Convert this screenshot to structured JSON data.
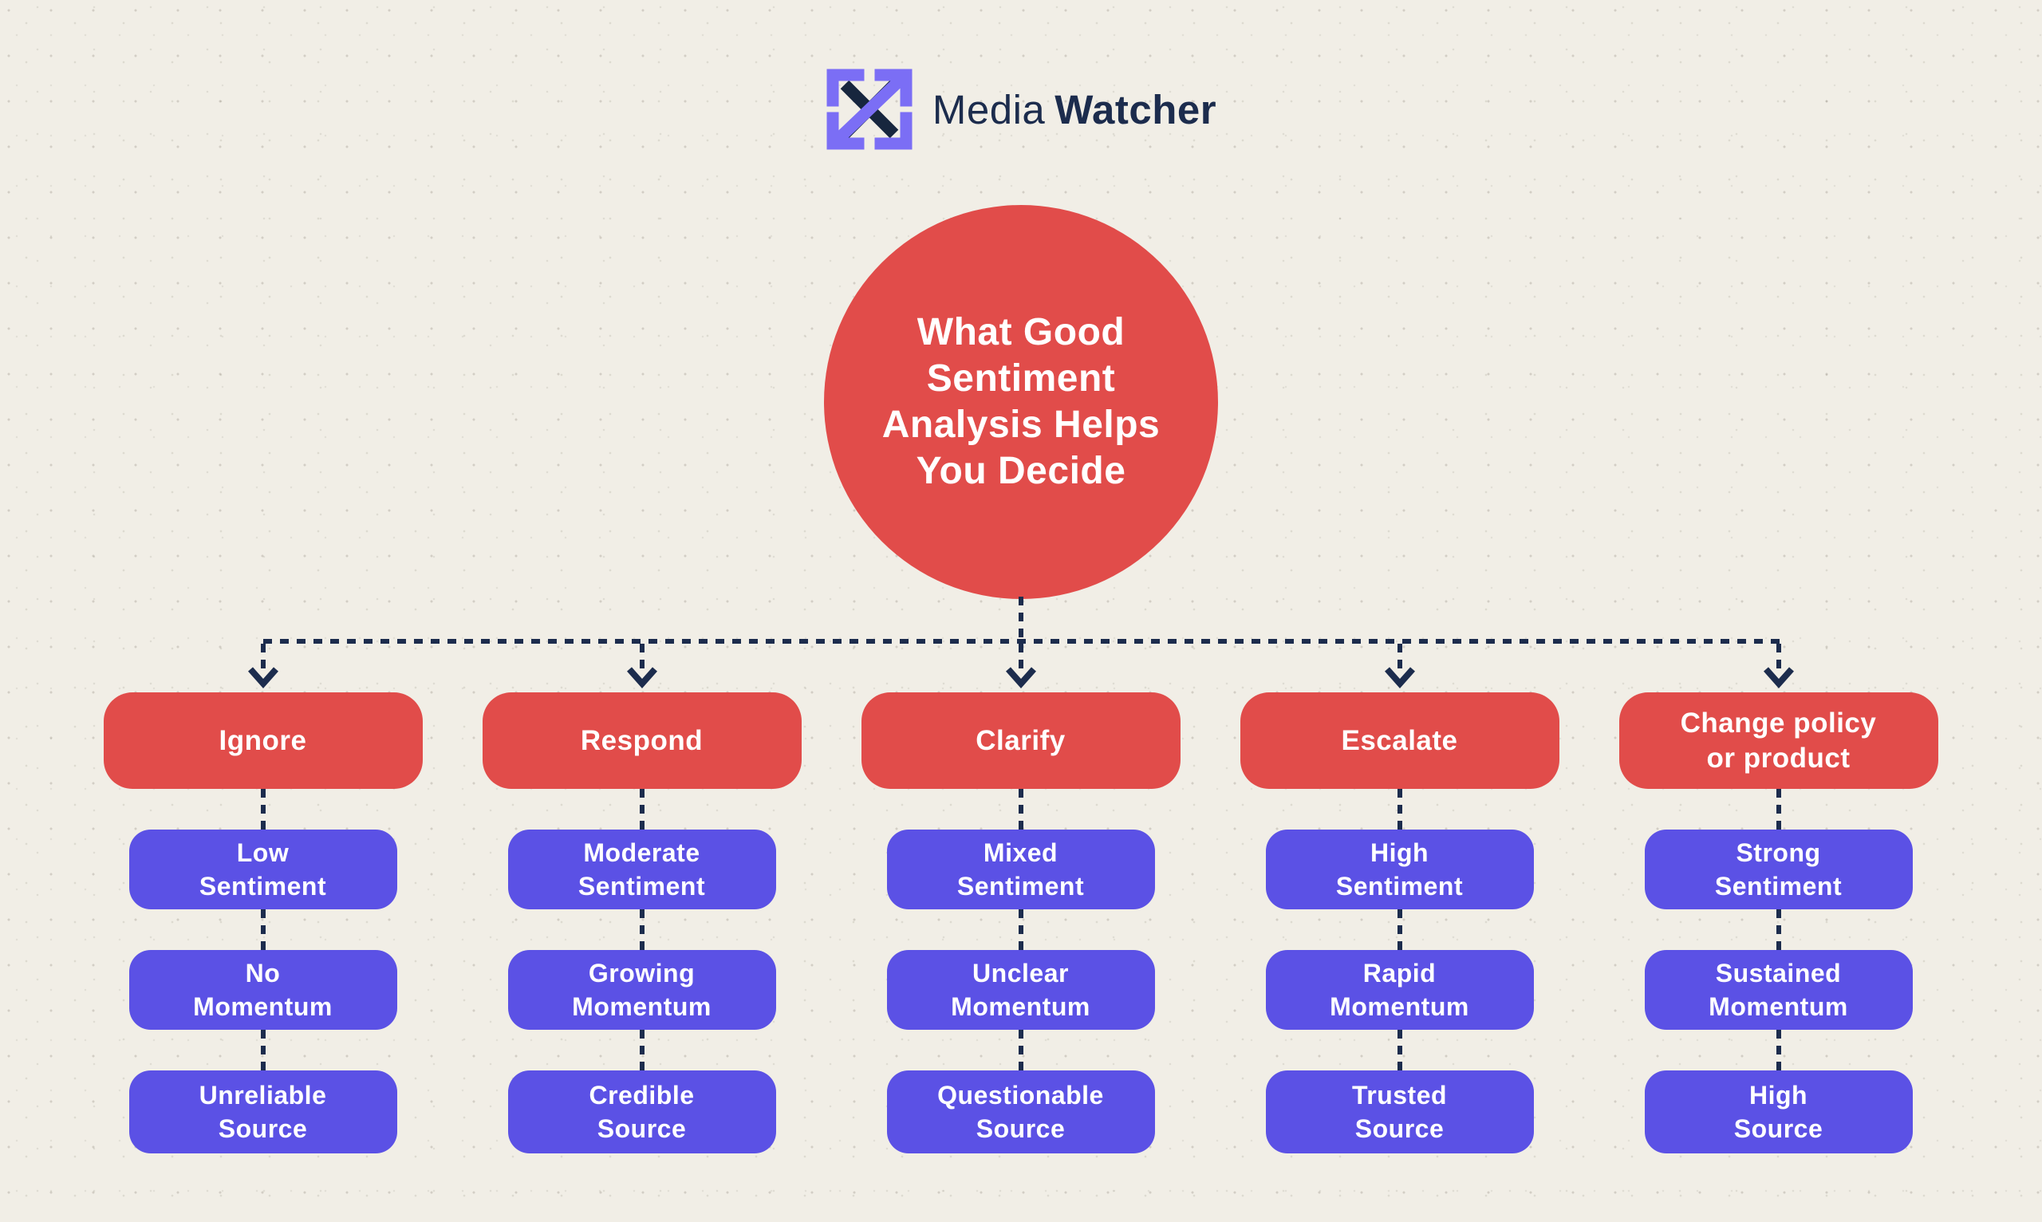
{
  "colors": {
    "background": "#f1eee6",
    "node_red": "#e14c4a",
    "node_purple": "#5b51e5",
    "line_navy": "#1c2c4d",
    "logo_purple": "#7b6ef5",
    "text_on_node": "#ffffff"
  },
  "header": {
    "logo_icon": "crossed-arrows-logo-icon",
    "brand_regular": "Media",
    "brand_bold": "Watcher"
  },
  "root_node": {
    "lines": [
      "What Good",
      "Sentiment",
      "Analysis Helps",
      "You Decide"
    ]
  },
  "columns": [
    {
      "action": [
        "Ignore",
        ""
      ],
      "criteria": [
        [
          "Low",
          "Sentiment"
        ],
        [
          "No",
          "Momentum"
        ],
        [
          "Unreliable",
          "Source"
        ]
      ]
    },
    {
      "action": [
        "Respond",
        ""
      ],
      "criteria": [
        [
          "Moderate",
          "Sentiment"
        ],
        [
          "Growing",
          "Momentum"
        ],
        [
          "Credible",
          "Source"
        ]
      ]
    },
    {
      "action": [
        "Clarify",
        ""
      ],
      "criteria": [
        [
          "Mixed",
          "Sentiment"
        ],
        [
          "Unclear",
          "Momentum"
        ],
        [
          "Questionable",
          "Source"
        ]
      ]
    },
    {
      "action": [
        "Escalate",
        ""
      ],
      "criteria": [
        [
          "High",
          "Sentiment"
        ],
        [
          "Rapid",
          "Momentum"
        ],
        [
          "Trusted",
          "Source"
        ]
      ]
    },
    {
      "action": [
        "Change policy",
        "or product"
      ],
      "criteria": [
        [
          "Strong",
          "Sentiment"
        ],
        [
          "Sustained",
          "Momentum"
        ],
        [
          "High",
          "Source"
        ]
      ]
    }
  ]
}
